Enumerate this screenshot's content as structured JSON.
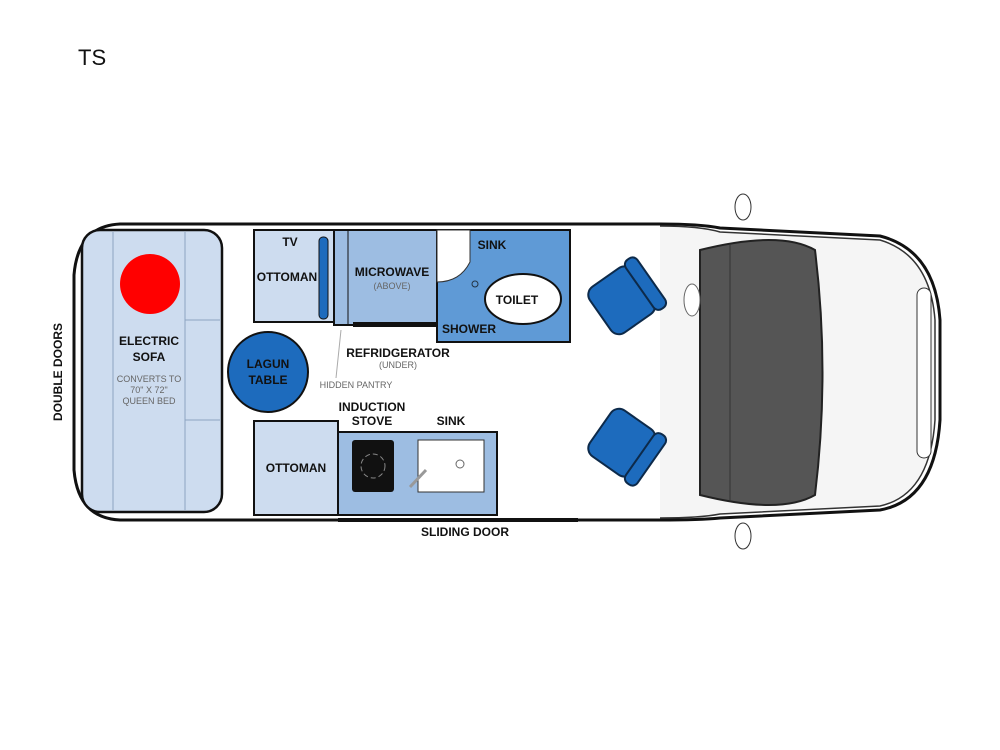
{
  "title": "TS",
  "labels": {
    "double_doors": "DOUBLE DOORS",
    "sliding_door": "SLIDING DOOR",
    "electric_sofa_1": "ELECTRIC",
    "electric_sofa_2": "SOFA",
    "sofa_note_1": "CONVERTS TO",
    "sofa_note_2": "70\" X 72\"",
    "sofa_note_3": "QUEEN BED",
    "tv": "TV",
    "ottoman_top": "OTTOMAN",
    "ottoman_bottom": "OTTOMAN",
    "microwave": "MICROWAVE",
    "microwave_note": "(ABOVE)",
    "refrigerator": "REFRIDGERATOR",
    "refrigerator_note": "(UNDER)",
    "hidden_pantry": "HIDDEN PANTRY",
    "bath_sink": "SINK",
    "toilet": "TOILET",
    "shower": "SHOWER",
    "lagun_table_1": "LAGUN",
    "lagun_table_2": "TABLE",
    "induction_stove_1": "INDUCTION",
    "induction_stove_2": "STOVE",
    "kitchen_sink": "SINK"
  },
  "colors": {
    "light_blue": "#cddcef",
    "mid_blue": "#9dbde2",
    "bath_blue": "#5f9ad6",
    "dark_blue": "#1d6bbd",
    "marker_red": "#ff0000"
  }
}
